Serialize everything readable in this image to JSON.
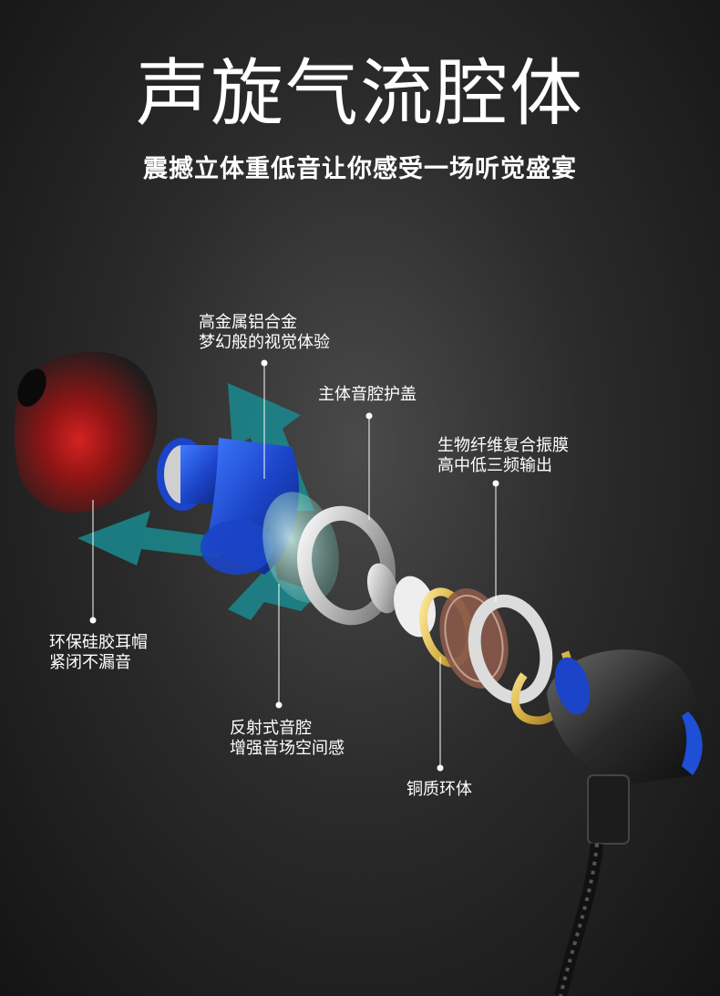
{
  "header": {
    "title": "声旋气流腔体",
    "subtitle": "震撼立体重低音让你感受一场听觉盛宴"
  },
  "callouts": {
    "alloy": {
      "line1": "高金属铝合金",
      "line2": "梦幻般的视觉体验"
    },
    "cover": {
      "line1": "主体音腔护盖"
    },
    "diaphragm": {
      "line1": "生物纤维复合振膜",
      "line2": "高中低三频输出"
    },
    "eartip": {
      "line1": "环保硅胶耳帽",
      "line2": "紧闭不漏音"
    },
    "reflex": {
      "line1": "反射式音腔",
      "line2": "增强音场空间感"
    },
    "ring": {
      "line1": "铜质环体"
    }
  },
  "colors": {
    "accent_blue": "#1f4fd6",
    "arrow_teal": "#1a8a8f",
    "eartip_red": "#c81d1d",
    "gold": "#e8c65a"
  }
}
